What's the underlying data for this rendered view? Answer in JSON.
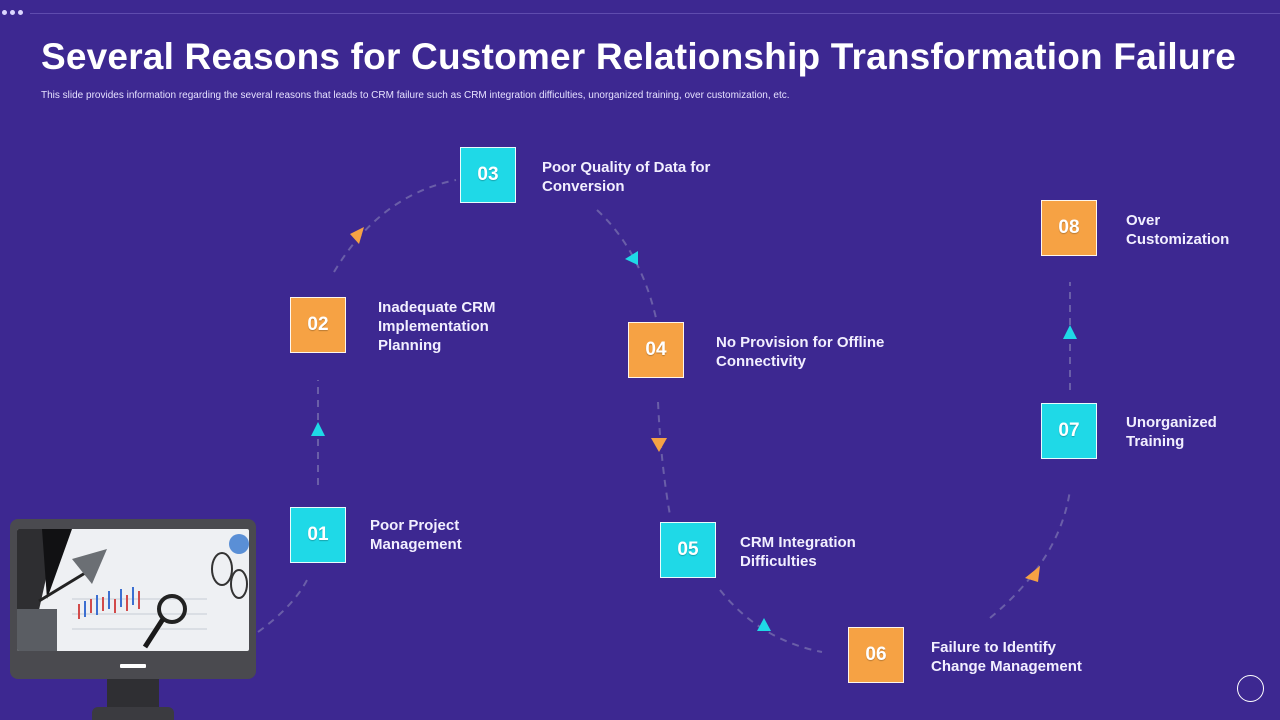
{
  "title": "Several Reasons for Customer Relationship Transformation Failure",
  "subtitle": "This slide provides information regarding the several reasons that leads to CRM failure such as CRM integration difficulties, unorganized training, over customization, etc.",
  "colors": {
    "background": "#3d2891",
    "cyan": "#1fd9e7",
    "orange": "#f6a244"
  },
  "steps": [
    {
      "number": "01",
      "label": "Poor Project\nManagement",
      "color": "cyan"
    },
    {
      "number": "02",
      "label": "Inadequate CRM\nImplementation\nPlanning",
      "color": "orange"
    },
    {
      "number": "03",
      "label": "Poor Quality of Data for\nConversion",
      "color": "cyan"
    },
    {
      "number": "04",
      "label": "No Provision for Offline\nConnectivity",
      "color": "orange"
    },
    {
      "number": "05",
      "label": "CRM Integration\nDifficulties",
      "color": "cyan"
    },
    {
      "number": "06",
      "label": "Failure to Identify\nChange Management",
      "color": "orange"
    },
    {
      "number": "07",
      "label": "Unorganized\nTraining",
      "color": "cyan"
    },
    {
      "number": "08",
      "label": "Over\nCustomization",
      "color": "orange"
    }
  ],
  "image": {
    "description_icon": "desktop-monitor-icon"
  }
}
